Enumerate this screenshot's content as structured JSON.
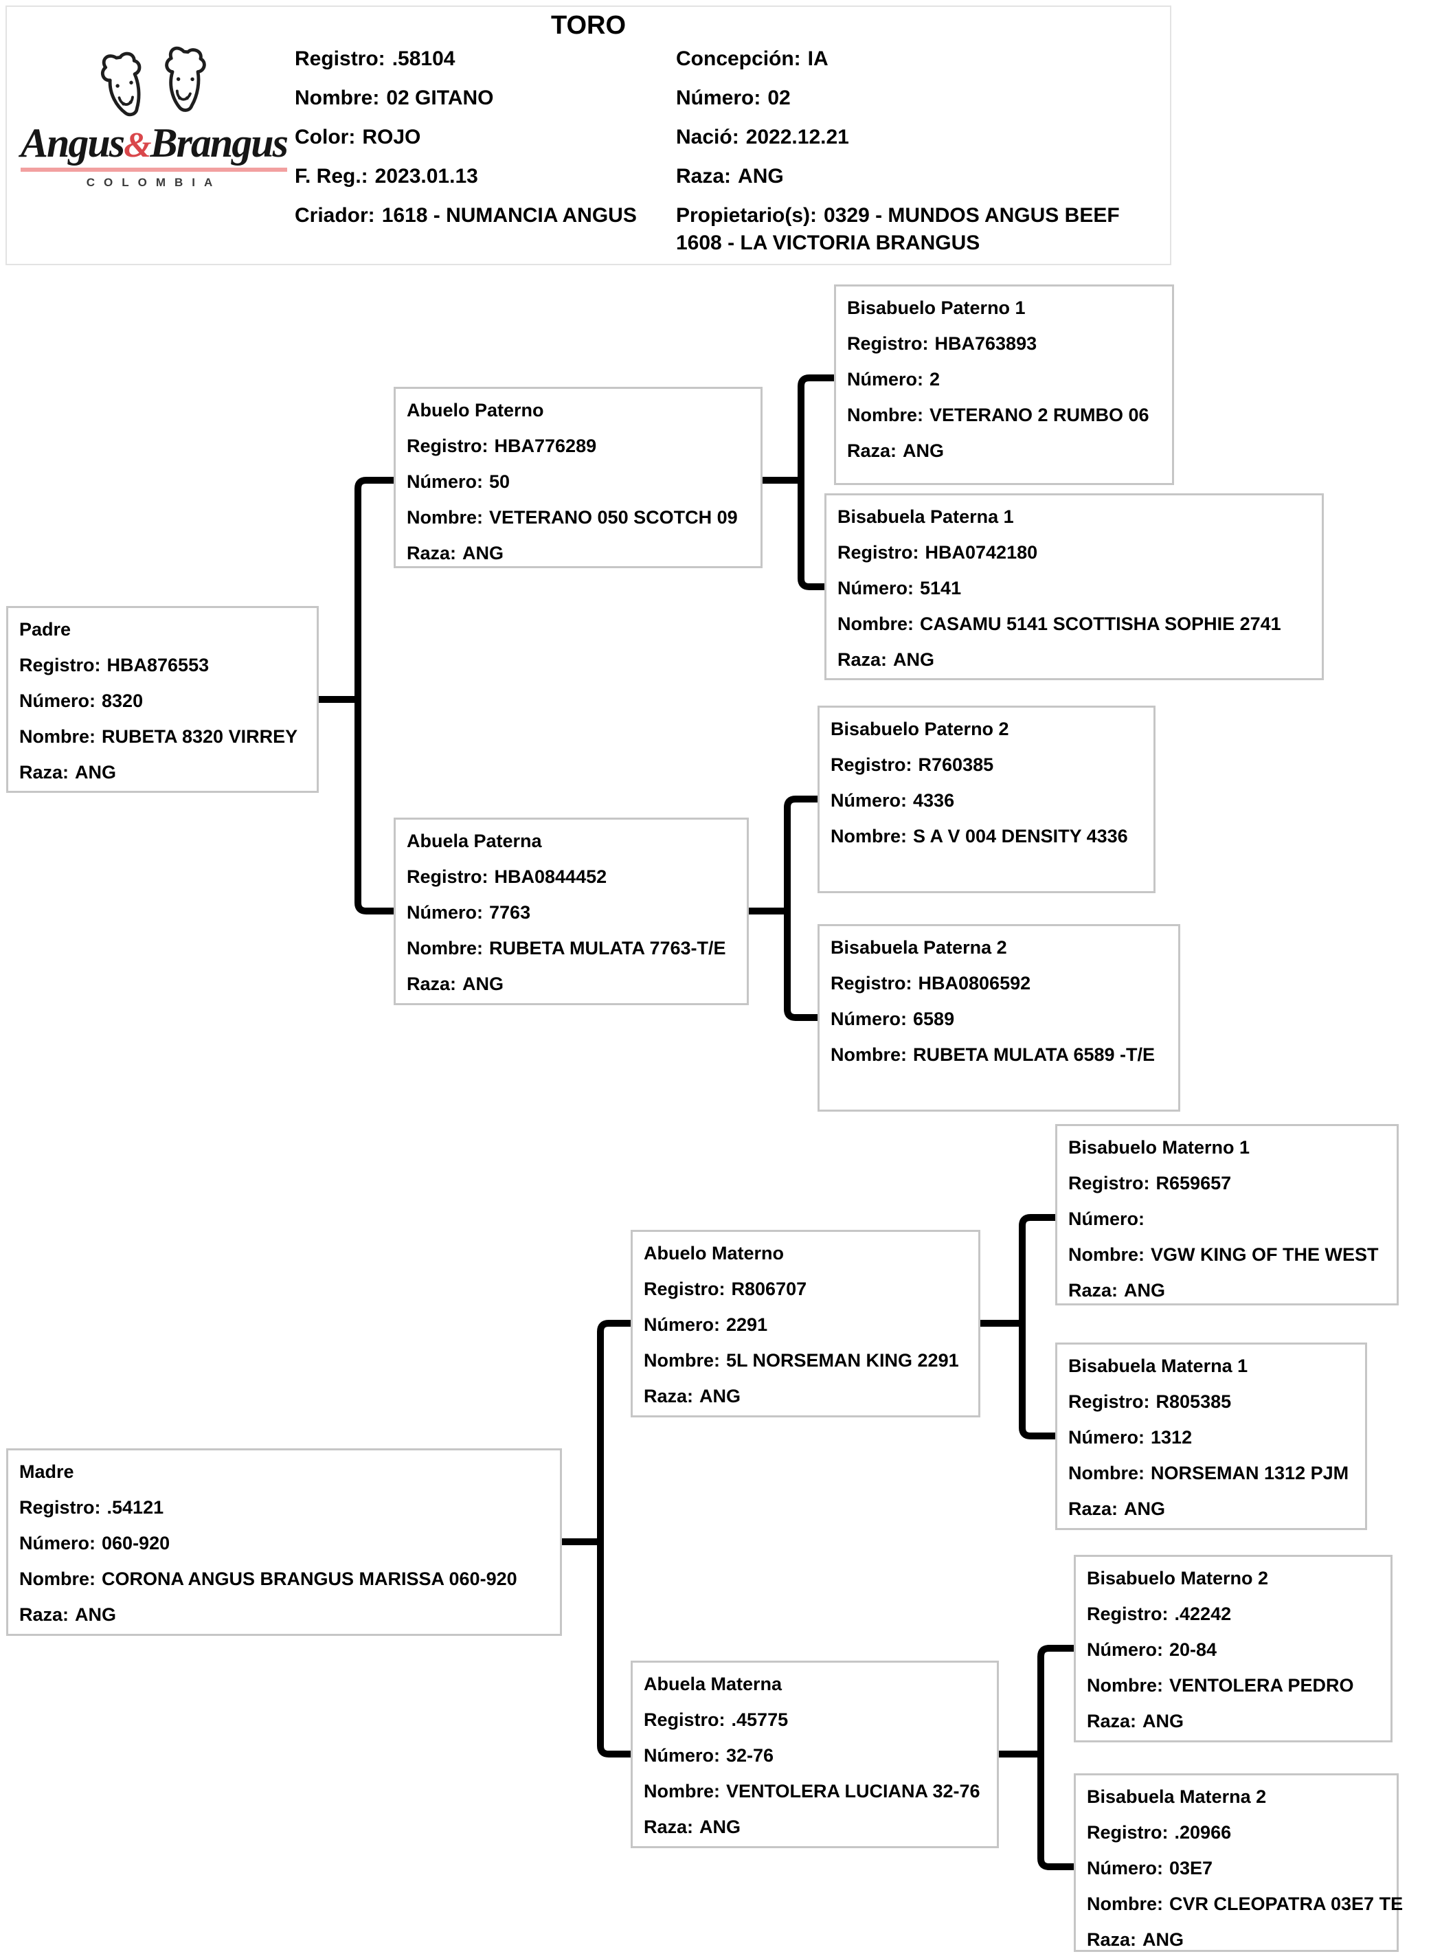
{
  "header": {
    "title": "TORO",
    "logo": {
      "word1": "Angus",
      "amp": "&",
      "word2": "Brangus",
      "subtitle": "COLOMBIA",
      "accent_color": "#d9474b",
      "underline_color": "#f2a0a0"
    },
    "left": [
      {
        "label": "Registro:",
        "value": ".58104"
      },
      {
        "label": "Nombre:",
        "value": "02 GITANO"
      },
      {
        "label": "Color:",
        "value": "ROJO"
      },
      {
        "label": "F. Reg.:",
        "value": "2023.01.13"
      },
      {
        "label": "Criador:",
        "value": "1618 - NUMANCIA ANGUS"
      }
    ],
    "right": [
      {
        "label": "Concepción:",
        "value": "IA"
      },
      {
        "label": "Número:",
        "value": "02"
      },
      {
        "label": "Nació:",
        "value": "2022.12.21"
      },
      {
        "label": "Raza:",
        "value": "ANG"
      },
      {
        "label": "Propietario(s):",
        "value": "0329 - MUNDOS ANGUS BEEF",
        "value2": "1608 - LA VICTORIA BRANGUS"
      }
    ]
  },
  "labels": {
    "registro": "Registro:",
    "numero": "Número:",
    "nombre": "Nombre:",
    "raza": "Raza:"
  },
  "nodes": {
    "padre": {
      "title": "Padre",
      "registro": "HBA876553",
      "numero": "8320",
      "nombre": "RUBETA 8320 VIRREY",
      "raza": "ANG"
    },
    "abuelo_paterno": {
      "title": "Abuelo Paterno",
      "registro": "HBA776289",
      "numero": "50",
      "nombre": "VETERANO 050 SCOTCH 09",
      "raza": "ANG"
    },
    "bisabuelo_paterno_1": {
      "title": "Bisabuelo Paterno 1",
      "registro": "HBA763893",
      "numero": "2",
      "nombre": "VETERANO 2 RUMBO 06",
      "raza": "ANG"
    },
    "bisabuela_paterna_1": {
      "title": "Bisabuela Paterna 1",
      "registro": "HBA0742180",
      "numero": "5141",
      "nombre": "CASAMU 5141 SCOTTISHA SOPHIE 2741",
      "raza": "ANG"
    },
    "abuela_paterna": {
      "title": "Abuela Paterna",
      "registro": "HBA0844452",
      "numero": "7763",
      "nombre": "RUBETA MULATA 7763-T/E",
      "raza": "ANG"
    },
    "bisabuelo_paterno_2": {
      "title": "Bisabuelo Paterno 2",
      "registro": "R760385",
      "numero": "4336",
      "nombre": "S A V 004 DENSITY 4336"
    },
    "bisabuela_paterna_2": {
      "title": "Bisabuela Paterna 2",
      "registro": "HBA0806592",
      "numero": "6589",
      "nombre": "RUBETA MULATA 6589 -T/E"
    },
    "madre": {
      "title": "Madre",
      "registro": ".54121",
      "numero": "060-920",
      "nombre": "CORONA ANGUS BRANGUS MARISSA 060-920",
      "raza": "ANG"
    },
    "abuelo_materno": {
      "title": "Abuelo Materno",
      "registro": "R806707",
      "numero": "2291",
      "nombre": "5L NORSEMAN KING 2291",
      "raza": "ANG"
    },
    "bisabuelo_materno_1": {
      "title": "Bisabuelo Materno 1",
      "registro": "R659657",
      "numero": "",
      "nombre": "VGW KING OF THE WEST",
      "raza": "ANG"
    },
    "bisabuela_materna_1": {
      "title": "Bisabuela Materna 1",
      "registro": "R805385",
      "numero": "1312",
      "nombre": "NORSEMAN 1312 PJM",
      "raza": "ANG"
    },
    "bisabuelo_materno_2": {
      "title": "Bisabuelo Materno 2",
      "registro": ".42242",
      "numero": "20-84",
      "nombre": "VENTOLERA PEDRO",
      "raza": "ANG"
    },
    "abuela_materna": {
      "title": "Abuela Materna",
      "registro": ".45775",
      "numero": "32-76",
      "nombre": "VENTOLERA LUCIANA 32-76",
      "raza": "ANG"
    },
    "bisabuela_materna_2": {
      "title": "Bisabuela Materna 2",
      "registro": ".20966",
      "numero": "03E7",
      "nombre": "CVR CLEOPATRA 03E7 TE",
      "raza": "ANG"
    }
  }
}
